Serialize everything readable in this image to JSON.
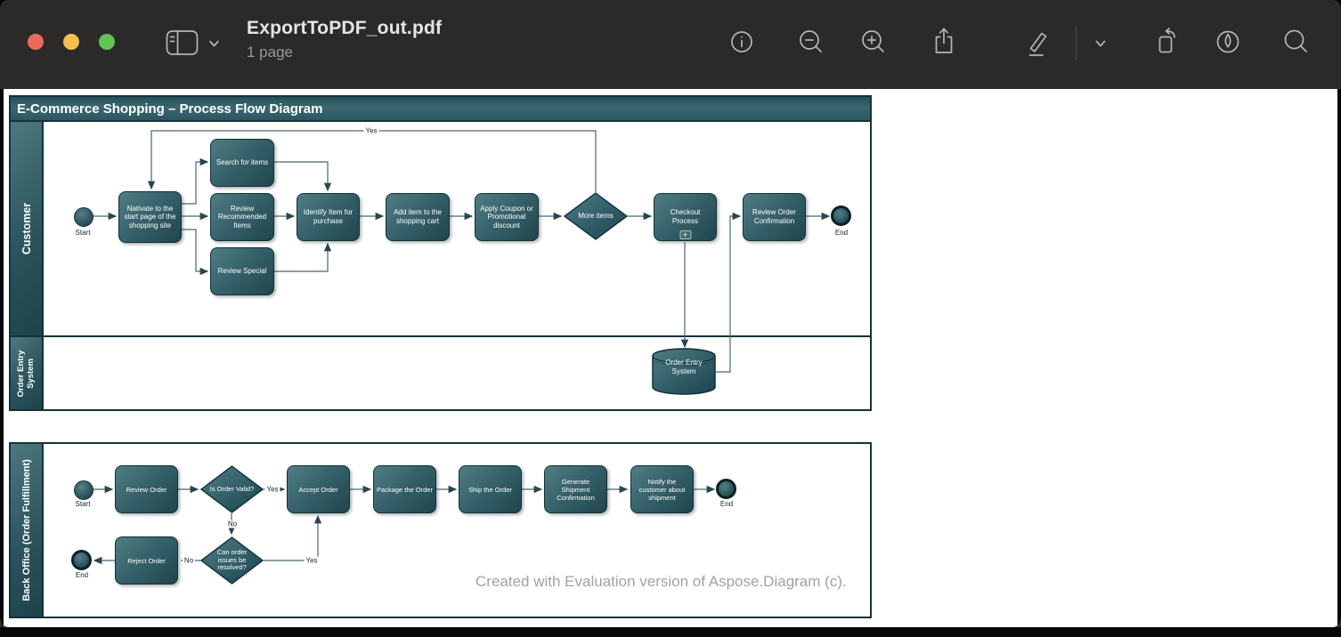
{
  "titlebar": {
    "title": "ExportToPDF_out.pdf",
    "subtitle": "1 page"
  },
  "toolbar": {
    "icons": [
      "sidebar-toggle",
      "info",
      "zoom-out",
      "zoom-in",
      "share",
      "markup",
      "markup-options",
      "rotate-left",
      "autofill-pen",
      "search"
    ]
  },
  "diagram": {
    "pool1_title": "E-Commerce Shopping – Process Flow Diagram",
    "lanes": {
      "customer": "Customer",
      "order_entry": "Order Entry System",
      "back_office": "Back Office (Order Fulfillment)"
    },
    "nodes": {
      "start1": "Start",
      "navigate": "Nativate to the start page of the shopping site",
      "search": "Search for items",
      "review_recommended": "Review Recommended Items",
      "review_special": "Review Special",
      "identify": "Identify Item for purchase",
      "add_item": "Add item to the shopping cart",
      "apply_coupon": "Apply Coupon or Promotional discount",
      "more_items": "More items",
      "checkout": "Checkout Process",
      "checkout_marker": "+",
      "review_confirmation": "Review Order Confirmation",
      "end1": "End",
      "order_entry_db": "Order Entry System",
      "start2": "Start",
      "review_order": "Review Order",
      "is_order_valid": "Is Order Valid?",
      "accept_order": "Accept Order",
      "package_order": "Package the Order",
      "ship_order": "Ship the Order",
      "generate_confirmation": "Generate Shipment Confirmation",
      "notify_customer": "Notify the customer about shipment",
      "end2": "End",
      "can_resolve": "Can order issues be resolved?",
      "reject_order": "Reject Order",
      "end3": "End"
    },
    "edge_labels": {
      "loop_yes": "Yes",
      "valid_yes": "Yes",
      "valid_no": "No",
      "resolve_yes": "Yes",
      "resolve_no": "No"
    },
    "watermark": "Created with Evaluation version of Aspose.Diagram (c)."
  }
}
